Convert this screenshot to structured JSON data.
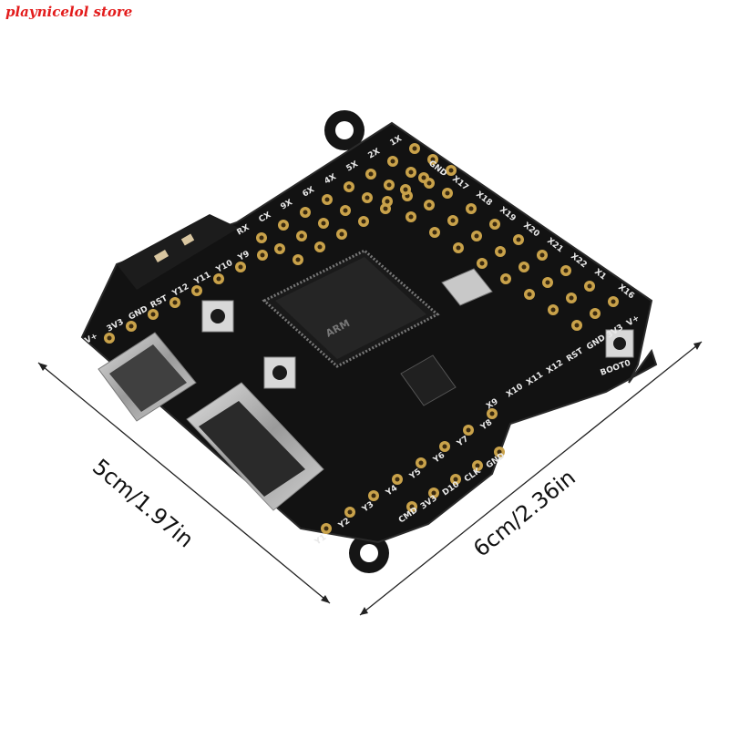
{
  "store": {
    "watermark": "playnicelol store"
  },
  "dimensions": {
    "width_label": "5cm/1.97in",
    "height_label": "6cm/2.36in"
  },
  "board": {
    "chip_brand": "ARM",
    "colors": {
      "pcb": "#121212",
      "pad": "#c9a24a",
      "pad_hole": "#3a2a10",
      "silk": "#e8e8e8",
      "metal": "#b8b8b8"
    },
    "top_left_row": [
      "V+",
      "3V3",
      "GND",
      "RST",
      "Y12",
      "Y11",
      "Y10",
      "Y9"
    ],
    "left_top_row": [
      "RX",
      "CX",
      "9X",
      "6X",
      "4X",
      "5X",
      "2X",
      "1X"
    ],
    "right_row": [
      "GND",
      "X17",
      "X18",
      "X19",
      "X20",
      "X21",
      "X22",
      "X1",
      "X16"
    ],
    "right_bottom_row": [
      "V+",
      "3V3",
      "GND",
      "RST",
      "X12",
      "X11",
      "X10",
      "X9"
    ],
    "bottom_row": [
      "Y1",
      "Y2",
      "Y3",
      "Y4",
      "Y5",
      "Y6",
      "Y7",
      "Y8"
    ],
    "bottom_inner_row": [
      "CMD",
      "3V3",
      "D10",
      "CLK",
      "GND"
    ],
    "button_label": "BOOT0"
  }
}
